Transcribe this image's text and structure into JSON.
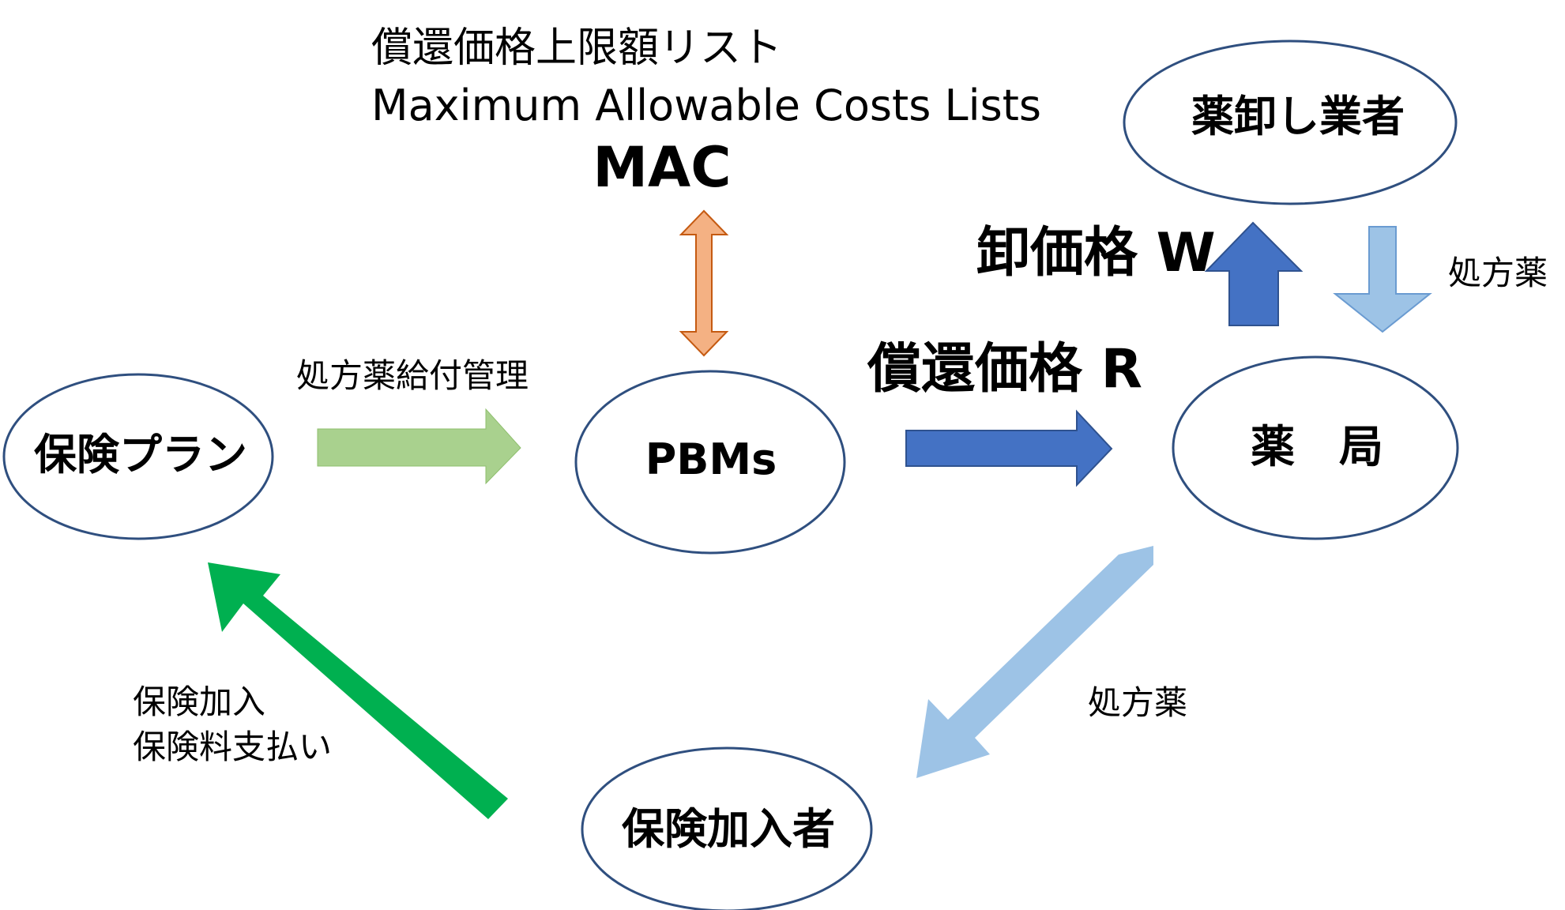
{
  "nodes": {
    "insurance_plan": "保険プラン",
    "pbms": "PBMs",
    "pharmacy": "薬　局",
    "wholesaler": "薬卸し業者",
    "enrollee": "保険加入者"
  },
  "labels": {
    "mac_jp": "償還価格上限額リスト",
    "mac_en": "Maximum Allowable Costs Lists",
    "mac_abbr": "MAC",
    "benefit_mgmt": "処方薬給付管理",
    "reimbursement": "償還価格 R",
    "wholesale_price": "卸価格 W",
    "rx_to_pharmacy": "処方薬",
    "rx_to_enrollee": "処方薬",
    "enroll_line1": "保険加入",
    "enroll_line2": "保険料支払い"
  },
  "colors": {
    "ellipse_stroke": "#2f4f7f",
    "light_green": "#a9d18e",
    "dark_green": "#00b050",
    "orange": "#f4b183",
    "dark_blue": "#4472c4",
    "light_blue": "#9dc3e6"
  }
}
